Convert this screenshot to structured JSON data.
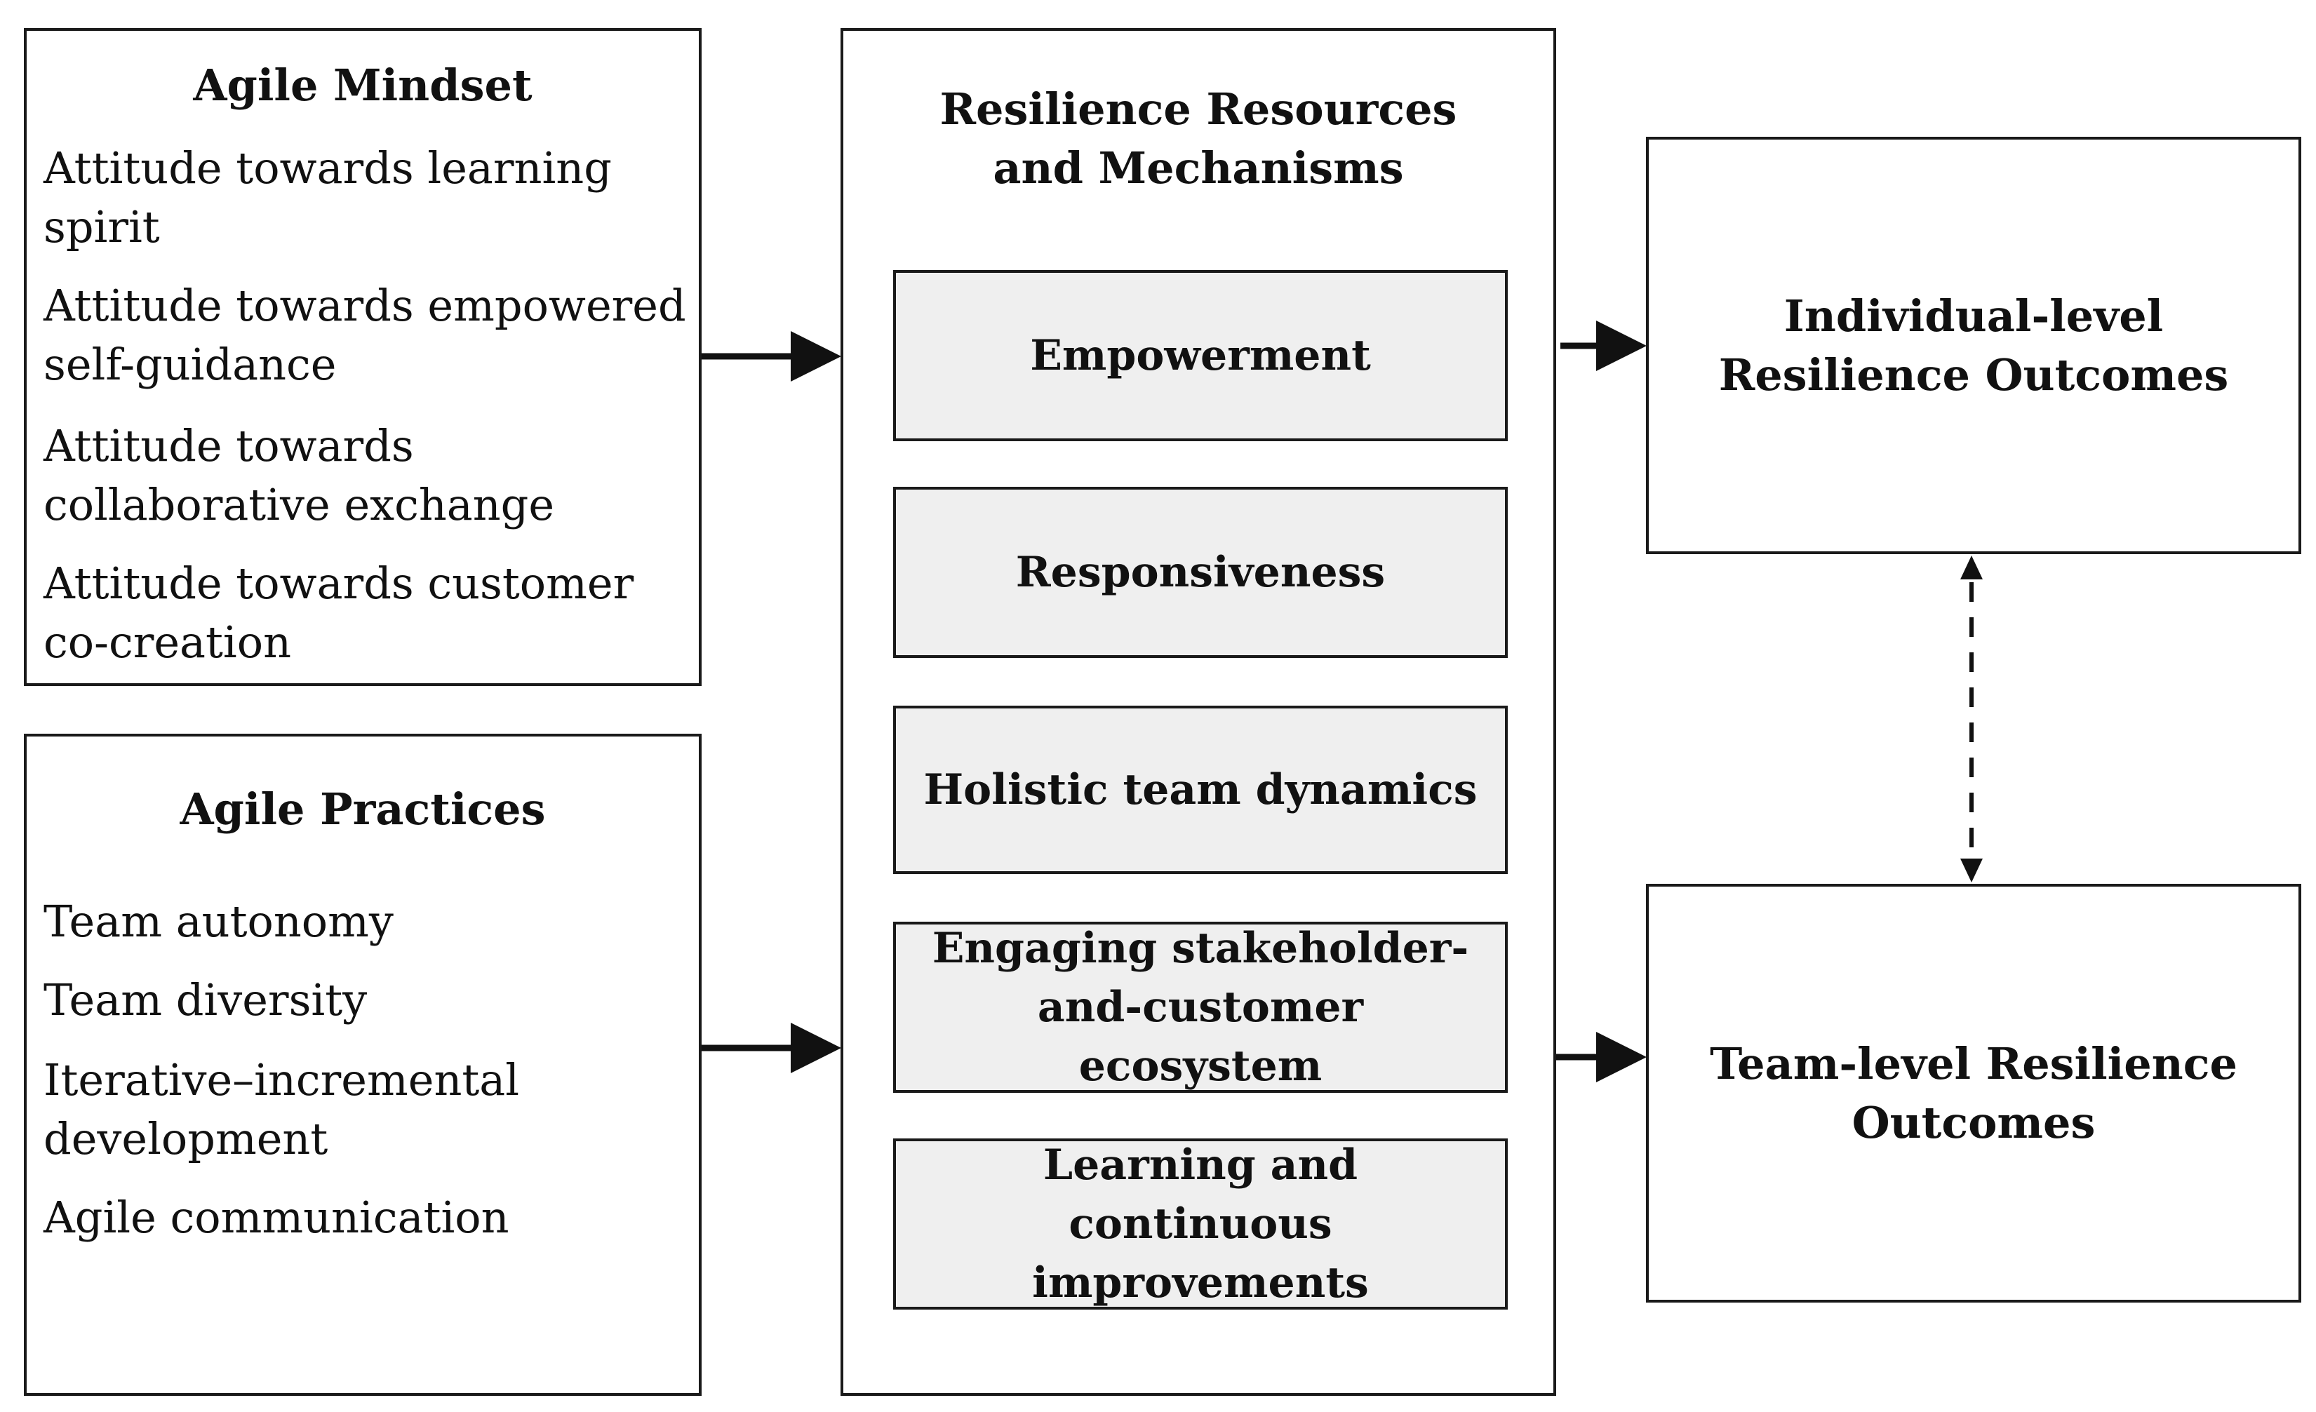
{
  "mindset": {
    "title": "Agile Mindset",
    "items": [
      "Attitude towards learning spirit",
      "Attitude towards empowered self-guidance",
      "Attitude towards collaborative exchange",
      "Attitude towards customer co-creation"
    ]
  },
  "practices": {
    "title": "Agile Practices",
    "items": [
      "Team autonomy",
      "Team diversity",
      "Iterative–incremental development",
      "Agile communication"
    ]
  },
  "resources": {
    "title_line1": "Resilience Resources",
    "title_line2": "and Mechanisms",
    "items": [
      "Empowerment",
      "Responsiveness",
      "Holistic team dynamics",
      "Engaging stakeholder-and-customer ecosystem",
      "Learning and continuous improvements"
    ]
  },
  "outcomes": {
    "individual": "Individual-level Resilience Outcomes",
    "team": "Team-level Resilience Outcomes"
  }
}
